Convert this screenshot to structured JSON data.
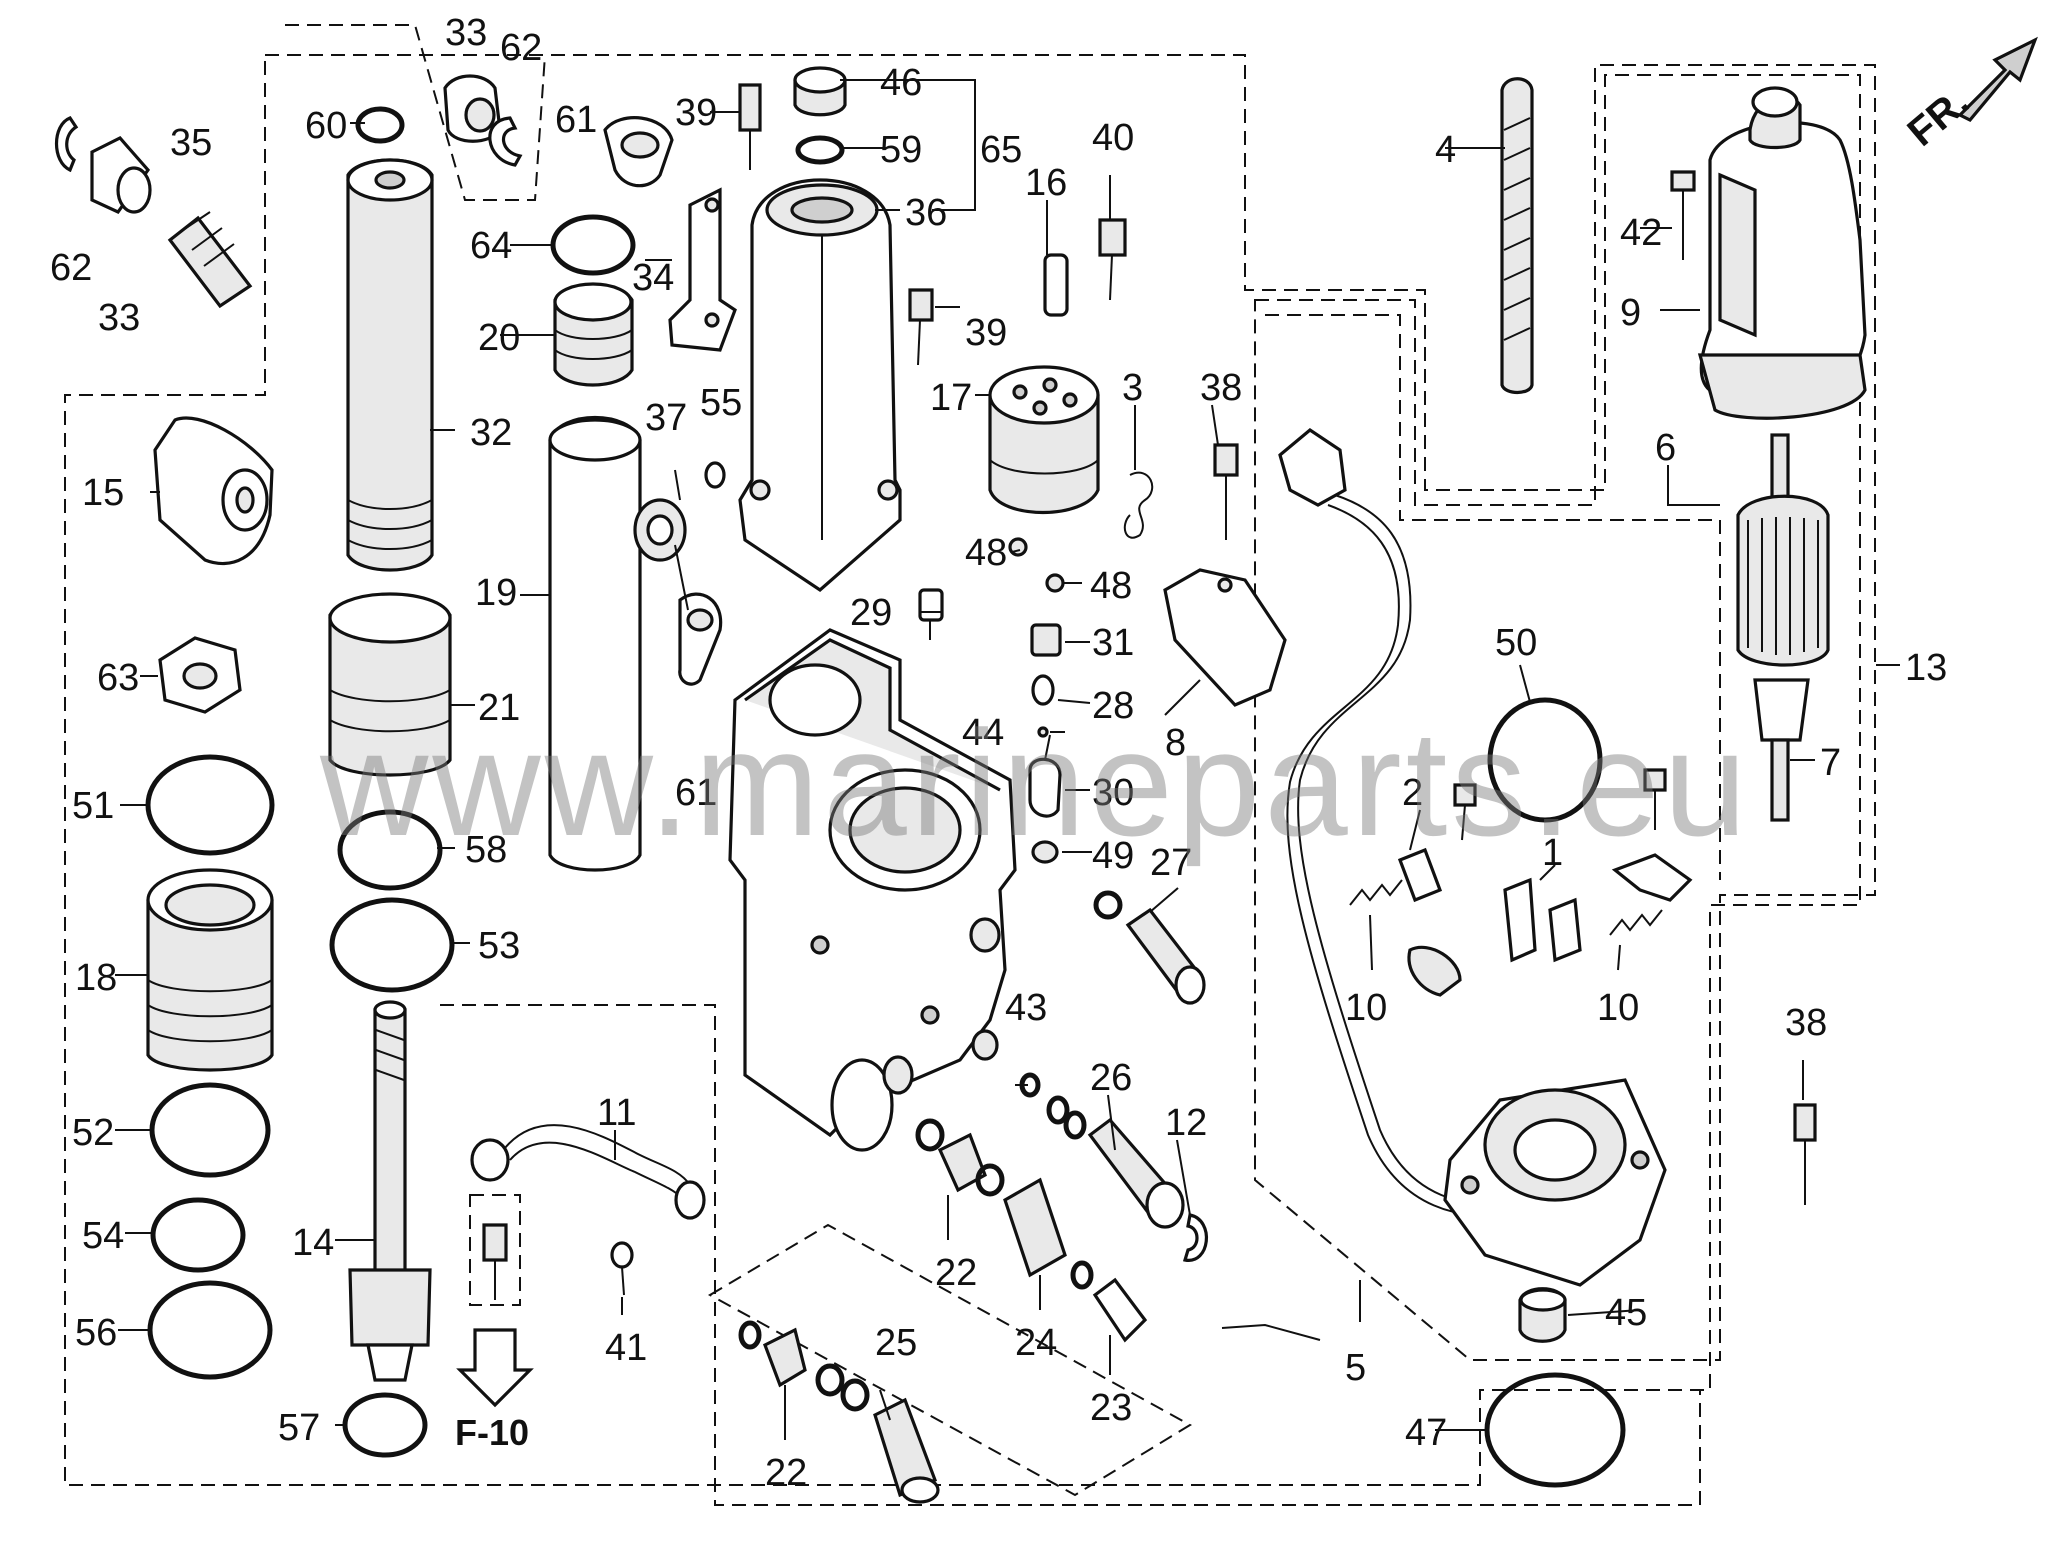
{
  "watermark": "www.marineparts.eu",
  "direction_label": "FR.",
  "reference_label": "F-10",
  "callouts": {
    "c1": "1",
    "c2": "2",
    "c3": "3",
    "c4": "4",
    "c5": "5",
    "c6": "6",
    "c7": "7",
    "c8": "8",
    "c9": "9",
    "c10a": "10",
    "c10b": "10",
    "c11": "11",
    "c12": "12",
    "c13": "13",
    "c14": "14",
    "c15": "15",
    "c16": "16",
    "c17": "17",
    "c18": "18",
    "c19": "19",
    "c20": "20",
    "c21": "21",
    "c22a": "22",
    "c22b": "22",
    "c23": "23",
    "c24": "24",
    "c25": "25",
    "c26": "26",
    "c27": "27",
    "c28": "28",
    "c29": "29",
    "c30": "30",
    "c31": "31",
    "c32": "32",
    "c33a": "33",
    "c33b": "33",
    "c34": "34",
    "c35": "35",
    "c36": "36",
    "c37": "37",
    "c38a": "38",
    "c38b": "38",
    "c39a": "39",
    "c39b": "39",
    "c40": "40",
    "c41": "41",
    "c42": "42",
    "c43": "43",
    "c44": "44",
    "c45": "45",
    "c46": "46",
    "c47": "47",
    "c48a": "48",
    "c48b": "48",
    "c49": "49",
    "c50": "50",
    "c51": "51",
    "c52": "52",
    "c53": "53",
    "c54": "54",
    "c55": "55",
    "c56": "56",
    "c57": "57",
    "c58": "58",
    "c59": "59",
    "c60": "60",
    "c61a": "61",
    "c61b": "61",
    "c62a": "62",
    "c62b": "62",
    "c63": "63",
    "c64": "64",
    "c65": "65"
  }
}
